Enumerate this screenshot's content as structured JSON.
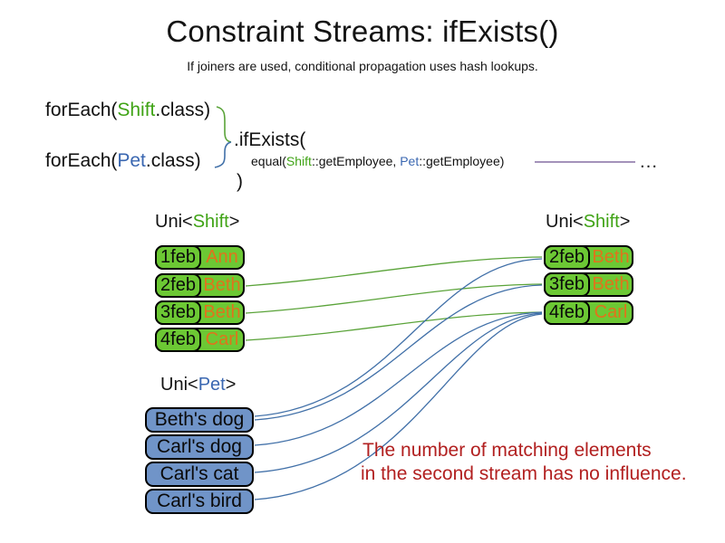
{
  "title": "Constraint Streams: ifExists()",
  "subtitle": "If joiners are used, conditional propagation uses hash lookups.",
  "code": {
    "foreach_shift_prefix": "forEach(",
    "foreach_shift_class": "Shift",
    "foreach_shift_suffix": ".class)",
    "foreach_pet_prefix": "forEach(",
    "foreach_pet_class": "Pet",
    "foreach_pet_suffix": ".class)",
    "if_exists": ".ifExists(",
    "equal_prefix": "equal(",
    "equal_shift_class": "Shift",
    "equal_mid": "::getEmployee, ",
    "equal_pet_class": "Pet",
    "equal_suffix": "::getEmployee)",
    "close_paren": ")",
    "ellipsis": "…"
  },
  "left_shift_table": {
    "header_prefix": "Uni<",
    "header_class": "Shift",
    "header_suffix": ">",
    "rows": [
      {
        "date": "1feb",
        "name": "Ann"
      },
      {
        "date": "2feb",
        "name": "Beth"
      },
      {
        "date": "3feb",
        "name": "Beth"
      },
      {
        "date": "4feb",
        "name": "Carl"
      }
    ]
  },
  "right_shift_table": {
    "header_prefix": "Uni<",
    "header_class": "Shift",
    "header_suffix": ">",
    "rows": [
      {
        "date": "2feb",
        "name": "Beth"
      },
      {
        "date": "3feb",
        "name": "Beth"
      },
      {
        "date": "4feb",
        "name": "Carl"
      }
    ]
  },
  "pet_table": {
    "header_prefix": "Uni<",
    "header_class": "Pet",
    "header_suffix": ">",
    "rows": [
      {
        "name": "Beth's dog"
      },
      {
        "name": "Carl's dog"
      },
      {
        "name": "Carl's cat"
      },
      {
        "name": "Carl's bird"
      }
    ]
  },
  "note": {
    "line1": "The number of matching elements",
    "line2": "in the second stream has no influence."
  },
  "colors": {
    "shift_class_text": "#3fa315",
    "pet_class_text": "#3a67b1",
    "shift_box_fill": "#6cc834",
    "pet_box_fill": "#7094c8",
    "employee_name_text": "#e0731c",
    "note_text": "#b22020",
    "shift_link_line": "#5aa339",
    "pet_link_line": "#4170a8",
    "joiner_line": "#6d5191"
  }
}
